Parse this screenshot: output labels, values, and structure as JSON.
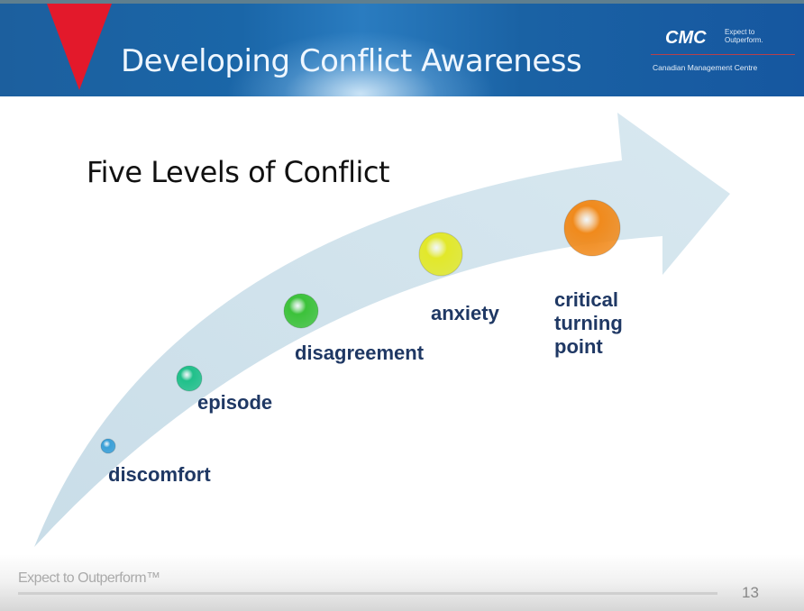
{
  "header": {
    "title": "Developing Conflict Awareness",
    "logo_text": "CMC",
    "logo_tagline": "Expect to Outperform.",
    "logo_org": "Canadian Management Centre"
  },
  "subtitle": "Five Levels of Conflict",
  "levels": [
    {
      "label": "discomfort",
      "color": "#3aa0d8"
    },
    {
      "label": "episode",
      "color": "#20c08a"
    },
    {
      "label": "disagreement",
      "color": "#3cc23a"
    },
    {
      "label": "anxiety",
      "color": "#e2e82a"
    },
    {
      "label": "critical turning point",
      "color": "#f08a1c"
    }
  ],
  "footer": {
    "tagline": "Expect to Outperform™",
    "page_number": "13"
  }
}
